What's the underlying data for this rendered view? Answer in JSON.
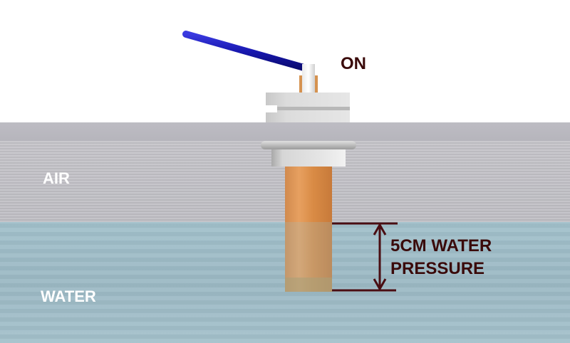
{
  "diagram": {
    "labels": {
      "switch_state": "ON",
      "air": "AIR",
      "water": "WATER",
      "measurement_line1": "5CM WATER",
      "measurement_line2": "PRESSURE"
    },
    "colors": {
      "background": "#ffffff",
      "plate": "#b9b8bf",
      "air": "#c1c0c5",
      "water": "#a0bec8",
      "tube_copper": "#e09a58",
      "lever": "#1a1aa8",
      "label_dark": "#3a0a0a",
      "label_light": "#ffffff"
    },
    "components": [
      "toggle-lever",
      "switch-body",
      "washer",
      "hex-nut",
      "copper-tube",
      "dimension-arrow"
    ]
  }
}
